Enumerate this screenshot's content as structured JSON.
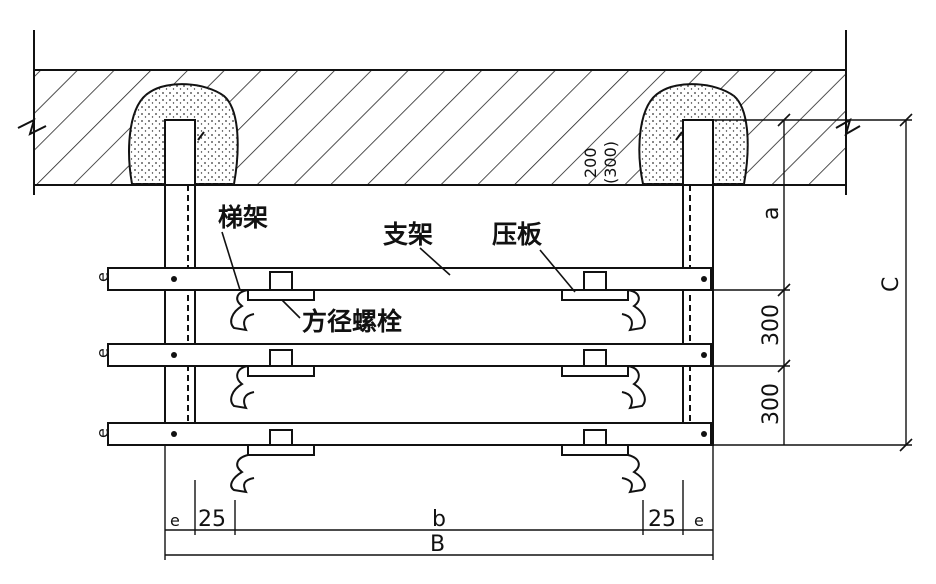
{
  "labels": {
    "ladder": "梯架",
    "bracket": "支架",
    "clamp_plate": "压板",
    "bolt": "方径螺栓"
  },
  "dimensions": {
    "embed_depth": "200",
    "embed_depth_alt": "(300)",
    "a": "a",
    "c": "C",
    "spacing_1": "300",
    "spacing_2": "300",
    "e_left_bottom": "e",
    "gap_left": "25",
    "width_b": "b",
    "gap_right": "25",
    "e_right_bottom": "e",
    "width_B": "B",
    "e_rung_1": "e",
    "e_rung_2": "e",
    "e_rung_3": "e"
  }
}
